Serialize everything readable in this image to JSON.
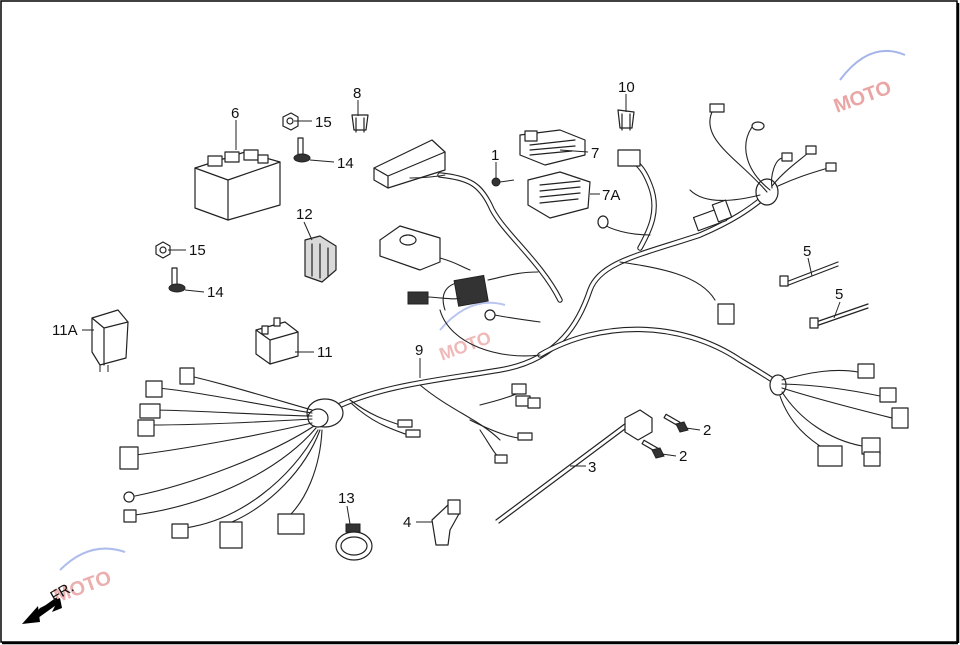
{
  "labels": {
    "l1": "1",
    "l2a": "2",
    "l2b": "2",
    "l3": "3",
    "l4": "4",
    "l5a": "5",
    "l5b": "5",
    "l6": "6",
    "l7": "7",
    "l7a": "7A",
    "l8": "8",
    "l9": "9",
    "l10": "10",
    "l11": "11",
    "l11a": "11A",
    "l12": "12",
    "l13": "13",
    "l14a": "14",
    "l14b": "14",
    "l15a": "15",
    "l15b": "15"
  },
  "direction": {
    "text": "FR."
  },
  "colors": {
    "line": "#222222",
    "watermark_red": "#d23a3a",
    "watermark_blue": "#3a5bd2",
    "frame": "#000000"
  },
  "watermark": {
    "text": "MOTO"
  }
}
